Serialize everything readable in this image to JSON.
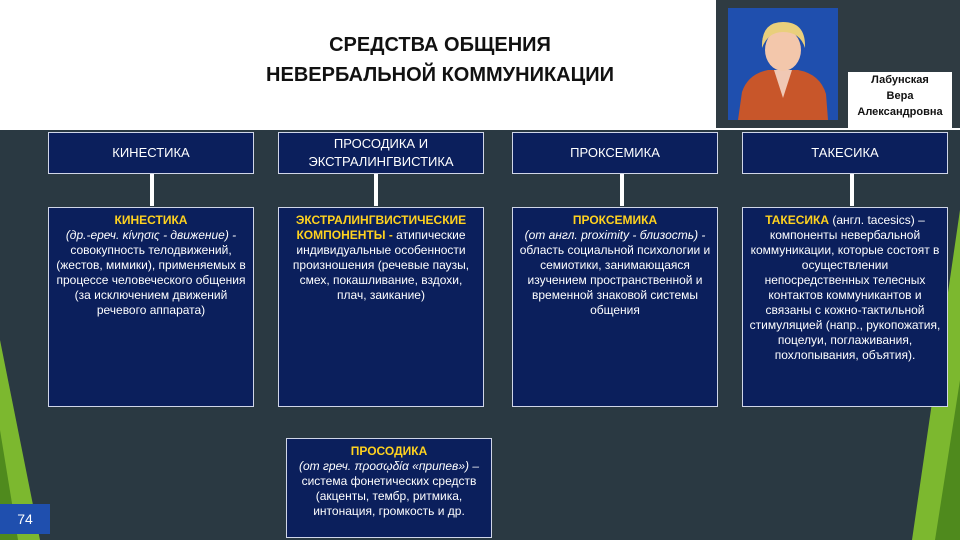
{
  "title": {
    "line1": "СРЕДСТВА ОБЩЕНИЯ",
    "line2": "НЕВЕРБАЛЬНОЙ КОММУНИКАЦИИ"
  },
  "author": {
    "first": "Лабунская",
    "second": "Вера",
    "third": "Александровна"
  },
  "categories": [
    {
      "label": "КИНЕСТИКА"
    },
    {
      "label_line1": "ПРОСОДИКА И",
      "label_line2": "ЭКСТРАЛИНГВИСТИКА"
    },
    {
      "label": "ПРОКСЕМИКА"
    },
    {
      "label": "ТАКЕСИКА"
    }
  ],
  "defs": {
    "kinestika": {
      "term": "КИНЕСТИКА",
      "etym": "(др.-ереч. κίνησις - движение) -",
      "text": " совокупность телодвижений, (жестов, мимики), применяемых в процессе человеческого общения (за исключением движений речевого аппарата)"
    },
    "extra": {
      "term": "ЭКСТРАЛИНГВИСТИЧЕСКИЕ КОМПОНЕНТЫ -",
      "text": " атипические индивидуальные особенности произношения (речевые паузы, смех, покашливание, вздохи, плач, заикание)"
    },
    "proksemika": {
      "term": "ПРОКСЕМИКА",
      "etym": "(от англ. proximity - близость) -",
      "text": " область социальной психологии и семиотики, занимающаяся изучением пространственной и временной знаковой системы общения"
    },
    "takesika": {
      "term": "ТАКЕСИКА",
      "text": " (англ. tacesics) – компоненты невербальной коммуникации, которые состоят в осуществлении непосредственных телесных контактов коммуникантов и связаны с кожно-тактильной стимуляцией (напр., рукопожатия, поцелуи, поглаживания, похлопывания, объятия)."
    },
    "prosodika": {
      "term": "ПРОСОДИКА",
      "etym": "(от греч. προσῳδία «припев») –",
      "text": " система фонетических средств (акценты, тембр, ритмика, интонация, громкость и др."
    }
  },
  "page_number": "74",
  "colors": {
    "background": "#2a3942",
    "box_fill": "#0b1f5c",
    "accent_yellow": "#ffd21f",
    "deco_green": "#7cb82f",
    "page_badge": "#1f4fae"
  }
}
